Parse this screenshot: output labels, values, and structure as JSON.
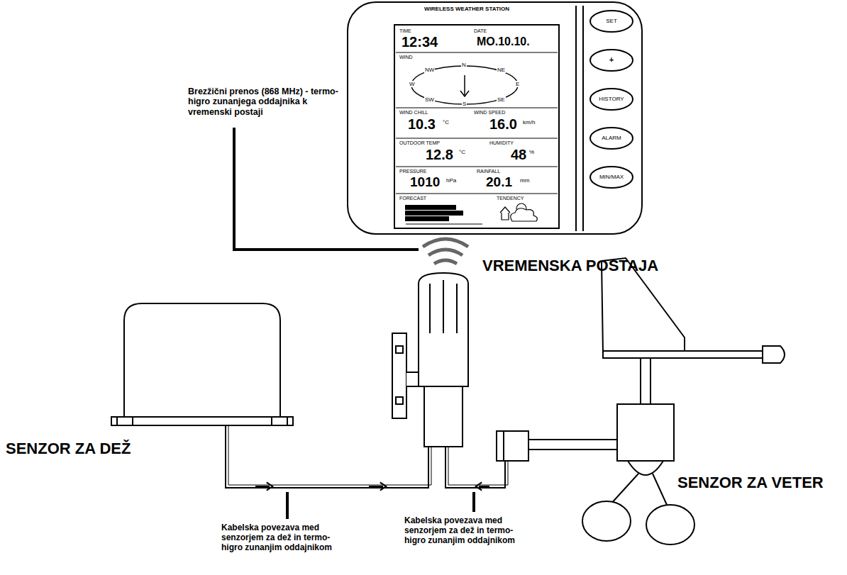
{
  "diagram": {
    "nodes": [
      {
        "text": [
          "WIRELESS WEATHER STATION",
          "VREMENSKA POSTAJA"
        ]
      },
      {
        "text": [
          "SENZOR ZA DEŽ"
        ]
      },
      {
        "text": [
          "SENZOR ZA VETER"
        ]
      }
    ],
    "labels": [
      "Brezžični prenos (868 MHz) - termo-higro zunanjega oddajnika k vremenski postaji",
      "Kabelska povezava med senzorjem za dež in termo-higro zunanjim oddajnikom",
      "Kabelska povezava med senzorjem za dež in termo-higro zunanjim oddajnikom",
      "TIME",
      "12:34",
      "DATE",
      "MO.10.10.",
      "WIND",
      "N",
      "NE",
      "E",
      "SE",
      "S",
      "SW",
      "W",
      "NW",
      "WIND CHILL",
      "10.3",
      "°C",
      "WIND SPEED",
      "16.0",
      "km/h",
      "OUTDOOR TEMP",
      "12.8",
      "°C",
      "HUMIDITY",
      "48",
      "%",
      "PRESSURE",
      "1010",
      "hPa",
      "RAINFALL",
      "20.1",
      "mm",
      "FORECAST",
      "TENDENCY",
      "SET",
      "+",
      "HISTORY",
      "ALARM",
      "MIN/MAX"
    ]
  }
}
